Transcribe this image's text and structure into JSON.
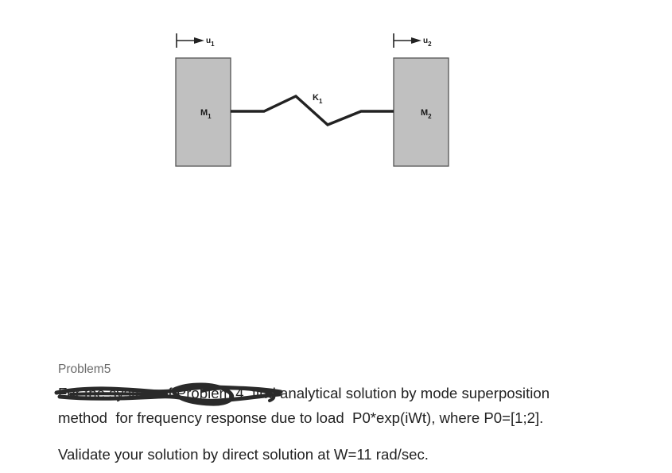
{
  "diagram": {
    "mass_1": {
      "label_main": "M",
      "label_sub": "1"
    },
    "mass_2": {
      "label_main": "M",
      "label_sub": "2"
    },
    "spring": {
      "label_main": "K",
      "label_sub": "1"
    },
    "displacement_1": {
      "label_main": "u",
      "label_sub": "1"
    },
    "displacement_2": {
      "label_main": "u",
      "label_sub": "2"
    }
  },
  "problem": {
    "heading": "Problem5",
    "line_1_redacted": "For the system of Problem 4",
    "line_1_rest": ". find analytical solution by mode superposition",
    "line_2": "method  for frequency response due to load  P0*exp(iWt), where P0=[1;2].",
    "line_3": "Validate your solution by direct solution at W=11 rad/sec."
  },
  "colors": {
    "mass_fill": "#c0c0c0",
    "ink": "#222222",
    "heading": "#6b6b6b"
  }
}
